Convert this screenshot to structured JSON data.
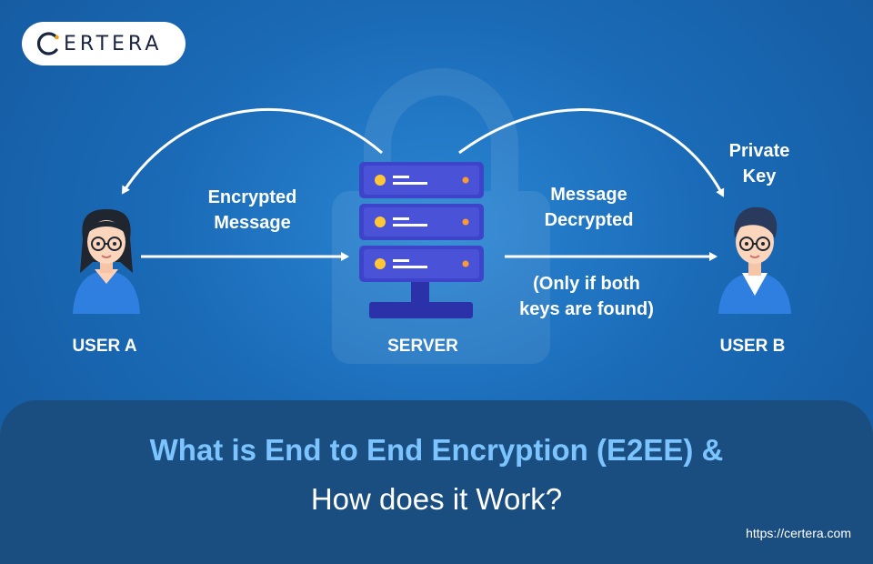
{
  "brand": {
    "logo_text": "ERTERA",
    "logo_mark": "C"
  },
  "diagram": {
    "user_a": "USER A",
    "server": "SERVER",
    "user_b": "USER B",
    "encrypted_message": "Encrypted\nMessage",
    "message_decrypted": "Message\nDecrypted",
    "only_if": "(Only if both\nkeys are found)",
    "private_key": "Private\nKey"
  },
  "title": {
    "line1": "What is End to End Encryption (E2EE) &",
    "line2": "How does it Work?"
  },
  "footer": {
    "url": "https://certera.com"
  },
  "colors": {
    "background": "#1b6cb8",
    "banner": "#1a4e80",
    "title_accent": "#7cc4ff",
    "server_body": "#3d44c9",
    "server_light": "#ffc638"
  },
  "icons": [
    "lock-icon",
    "server-icon",
    "user-a-avatar",
    "user-b-avatar",
    "arrow-icon"
  ]
}
